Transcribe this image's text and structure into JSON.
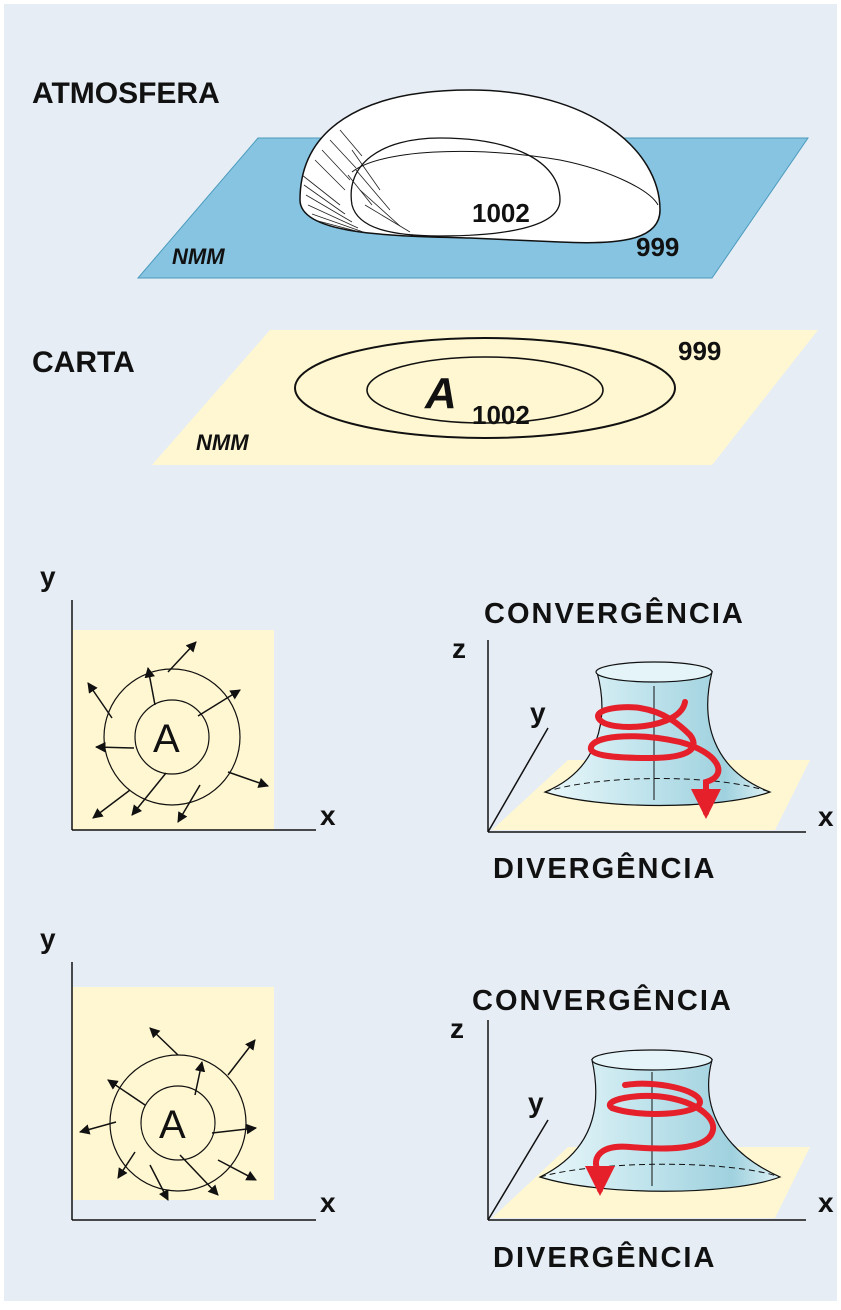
{
  "colors": {
    "panel_bg": "#e6edf5",
    "plane_blue": "#87c4e1",
    "plane_cream": "#fff7d1",
    "funnel_cyan": "#bfe3ec",
    "spiral_red": "#e5202b",
    "ink": "#111111"
  },
  "atmosfera": {
    "title": "ATMOSFERA",
    "plane_label": "NMM",
    "inner_value": "1002",
    "outer_value": "999"
  },
  "carta": {
    "title": "CARTA",
    "plane_label": "NMM",
    "center_symbol": "A",
    "inner_value": "1002",
    "outer_value": "999"
  },
  "flow_top": {
    "axis_y": "y",
    "axis_x": "x",
    "center_symbol": "A"
  },
  "funnel_top": {
    "top_label": "CONVERGÊNCIA",
    "bottom_label": "DIVERGÊNCIA",
    "axis_z": "z",
    "axis_y": "y",
    "axis_x": "x"
  },
  "flow_bottom": {
    "axis_y": "y",
    "axis_x": "x",
    "center_symbol": "A"
  },
  "funnel_bottom": {
    "top_label": "CONVERGÊNCIA",
    "bottom_label": "DIVERGÊNCIA",
    "axis_z": "z",
    "axis_y": "y",
    "axis_x": "x"
  }
}
